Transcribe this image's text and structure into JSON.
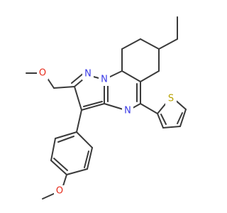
{
  "molecule": {
    "atom_labels": {
      "n1": "N",
      "n2": "N",
      "n3": "N",
      "o1": "O",
      "o2": "O",
      "s1": "S"
    },
    "colors": {
      "bond": "#3a3a3a",
      "nitrogen": "#3a3ae6",
      "oxygen": "#e62a1a",
      "sulfur": "#b8a100"
    }
  }
}
